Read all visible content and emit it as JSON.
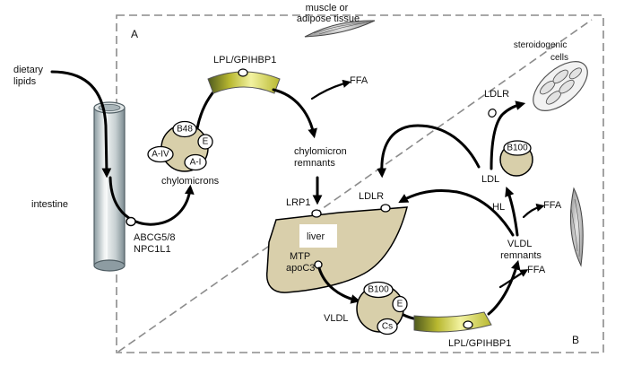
{
  "panels": {
    "a": "A",
    "b": "B"
  },
  "labels": {
    "dietary_line1": "dietary",
    "dietary_line2": "lipids",
    "intestine": "intestine",
    "transporters_line1": "ABCG5/8",
    "transporters_line2": "NPC1L1",
    "chylomicrons": "chylomicrons",
    "lpl_top": "LPL/GPIHBP1",
    "ffa_top": "FFA",
    "muscle_line1": "muscle or",
    "muscle_line2": "adipose tissue",
    "remnants_line1": "chylomicron",
    "remnants_line2": "remnants",
    "lrp1": "LRP1",
    "ldlr_liver": "LDLR",
    "liver": "liver",
    "mtp": "MTP",
    "apoc3": "apoC3",
    "vldl": "VLDL",
    "lpl_bottom": "LPL/GPIHBP1",
    "vldl_remnants_line1": "VLDL",
    "vldl_remnants_line2": "remnants",
    "ffa_bottom_right": "FFA",
    "ffa_bottom": "FFA",
    "hl": "HL",
    "ldl": "LDL",
    "ldlr_cells": "LDLR",
    "steroid_line1": "steroidogenic",
    "steroid_line2": "cells"
  },
  "chylomicron_apos": [
    "B48",
    "E",
    "A-IV",
    "A-I"
  ],
  "vldl_apos": [
    "B100",
    "E",
    "Cs"
  ],
  "ldl_apo": "B100",
  "colors": {
    "particle_fill": "#d8cfaa",
    "liver_fill": "#d9cfab",
    "enzyme_band": "#c9c93c",
    "dashed_frame": "#8c8c8c"
  }
}
